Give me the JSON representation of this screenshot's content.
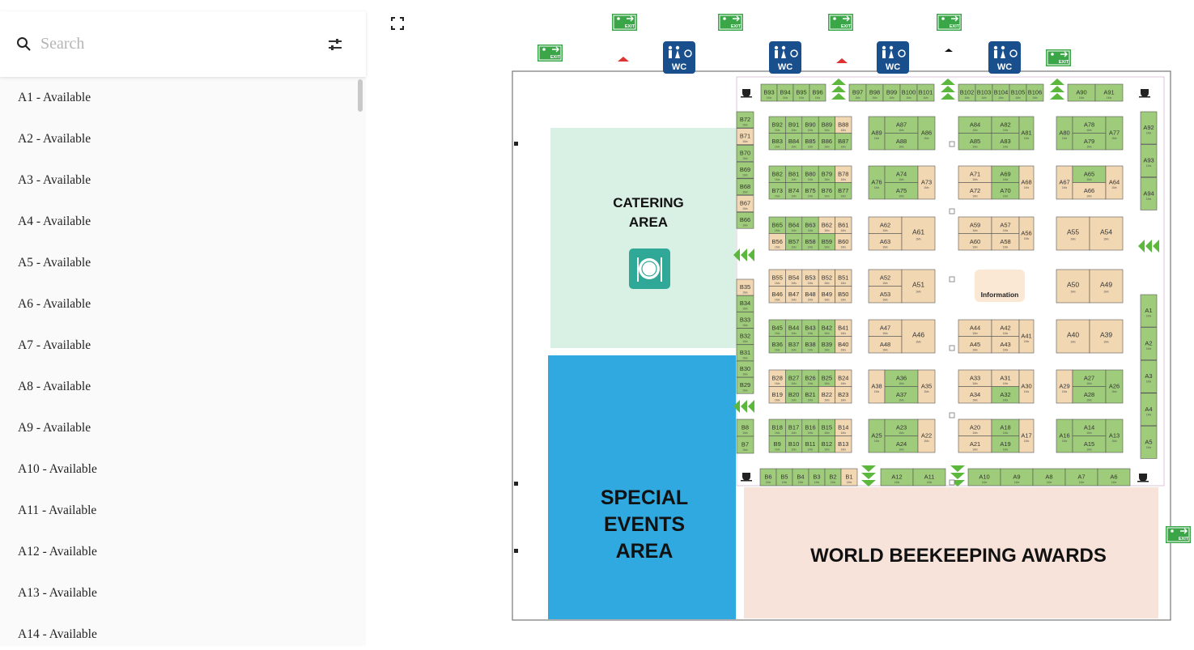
{
  "search": {
    "placeholder": "Search"
  },
  "booths": [
    "A1 - Available",
    "A2 - Available",
    "A3 - Available",
    "A4 - Available",
    "A5 - Available",
    "A6 - Available",
    "A7 - Available",
    "A8 - Available",
    "A9 - Available",
    "A10 - Available",
    "A11 - Available",
    "A12 - Available",
    "A13 - Available",
    "A14 - Available"
  ],
  "map": {
    "areas": {
      "catering": [
        "CATERING",
        "AREA"
      ],
      "special": [
        "SPECIAL",
        "EVENTS",
        "AREA"
      ],
      "awards": "WORLD BEEKEEPING AWARDS",
      "information": "Information"
    },
    "exit_label": "EXIT",
    "wc_label": "WC",
    "colors": {
      "available": "#9fcc7a",
      "reserved": "#f2d7b3",
      "catering": "#d9f0e4",
      "special": "#2fa9e0",
      "awards": "#f7e3da",
      "wc": "#1a4f8d",
      "exit": "#3aa648",
      "arrow": "#5cb83c"
    },
    "top_row": [
      {
        "seg": [
          "B93",
          "B94",
          "B95",
          "B96"
        ],
        "st": "gggg"
      },
      {
        "seg": [
          "B97",
          "B98",
          "B99",
          "B100",
          "B101"
        ],
        "st": "ggggg"
      },
      {
        "seg": [
          "B102",
          "B103",
          "B104",
          "B105",
          "B106"
        ],
        "st": "ggggg"
      },
      {
        "seg": [
          "A90",
          "A91"
        ],
        "st": "gg"
      }
    ],
    "bottom_row": [
      {
        "seg": [
          "B6",
          "B5",
          "B4",
          "B3",
          "B2",
          "B1"
        ],
        "st": "ggggga"
      },
      {
        "seg": [
          "A12",
          "A11"
        ],
        "st": "gg"
      },
      {
        "seg": [
          "A10",
          "A9",
          "A8",
          "A7",
          "A6"
        ],
        "st": "ggggg"
      }
    ],
    "left_column_upper": [
      {
        "id": "B72",
        "s": "g"
      },
      {
        "id": "B71",
        "s": "a"
      },
      {
        "id": "B70",
        "s": "g"
      },
      {
        "id": "B69",
        "s": "g"
      },
      {
        "id": "B68",
        "s": "g"
      },
      {
        "id": "B67",
        "s": "a"
      },
      {
        "id": "B66",
        "s": "g"
      }
    ],
    "left_column_lower": [
      {
        "id": "B35",
        "s": "a"
      },
      {
        "id": "B34",
        "s": "g"
      },
      {
        "id": "B33",
        "s": "g"
      },
      {
        "id": "B32",
        "s": "g"
      },
      {
        "id": "B31",
        "s": "g"
      },
      {
        "id": "B30",
        "s": "g"
      },
      {
        "id": "B29",
        "s": "g"
      }
    ],
    "left_column_bottom": [
      {
        "id": "B8",
        "s": "g"
      },
      {
        "id": "B7",
        "s": "g"
      }
    ],
    "right_column_upper": [
      {
        "id": "A92",
        "s": "g"
      },
      {
        "id": "A93",
        "s": "g"
      },
      {
        "id": "A94",
        "s": "g"
      }
    ],
    "right_column_lower": [
      {
        "id": "A1",
        "s": "g"
      },
      {
        "id": "A2",
        "s": "g"
      },
      {
        "id": "A3",
        "s": "g"
      },
      {
        "id": "A4",
        "s": "g"
      },
      {
        "id": "A5",
        "s": "g"
      }
    ],
    "b_blocks": [
      {
        "top": [
          "B92",
          "B91",
          "B90",
          "B89",
          "B88"
        ],
        "top_st": "gggga",
        "bot": [
          "B83",
          "B84",
          "B85",
          "B86",
          "B87"
        ],
        "bot_st": "ggggg"
      },
      {
        "top": [
          "B82",
          "B81",
          "B80",
          "B79",
          "B78"
        ],
        "top_st": "gggga",
        "bot": [
          "B73",
          "B74",
          "B75",
          "B76",
          "B77"
        ],
        "bot_st": "ggggg"
      },
      {
        "top": [
          "B65",
          "B64",
          "B63",
          "B62",
          "B61"
        ],
        "top_st": "gggaa",
        "bot": [
          "B56",
          "B57",
          "B58",
          "B59",
          "B60"
        ],
        "bot_st": "agggа"
      },
      {
        "top": [
          "B55",
          "B54",
          "B53",
          "B52",
          "B51"
        ],
        "top_st": "aaaaa",
        "bot": [
          "B46",
          "B47",
          "B48",
          "B49",
          "B50"
        ],
        "bot_st": "aaaaa"
      },
      {
        "top": [
          "B45",
          "B44",
          "B43",
          "B42",
          "B41"
        ],
        "top_st": "ggggа",
        "bot": [
          "B36",
          "B37",
          "B38",
          "B39",
          "B40"
        ],
        "bot_st": "ggggа"
      },
      {
        "top": [
          "B28",
          "B27",
          "B26",
          "B25",
          "B24"
        ],
        "top_st": "aggga",
        "bot": [
          "B19",
          "B20",
          "B21",
          "B22",
          "B23"
        ],
        "bot_st": "aggaa"
      },
      {
        "top": [
          "B18",
          "B17",
          "B16",
          "B15",
          "B14"
        ],
        "top_st": "gggga",
        "bot": [
          "B9",
          "B10",
          "B11",
          "B12",
          "B13"
        ],
        "bot_st": "gggga"
      }
    ],
    "a_blocks": [
      {
        "row": 0,
        "col": 0,
        "left": "A89",
        "mid_top": "A87",
        "mid_bot": "A88",
        "right": "A86",
        "st": "gggg"
      },
      {
        "row": 0,
        "col": 1,
        "left": "A84",
        "mid_top": "A82",
        "mid_bot": "A83",
        "right": "A81",
        "st": "gggg",
        "split": true,
        "left_bot": "A85"
      },
      {
        "row": 0,
        "col": 2,
        "left": "A80",
        "mid_top": "A78",
        "mid_bot": "A79",
        "right": "A77",
        "st": "gggg"
      },
      {
        "row": 1,
        "col": 0,
        "left": "A76",
        "mid_top": "A74",
        "mid_bot": "A75",
        "right": "A73",
        "st": "ggga"
      },
      {
        "row": 1,
        "col": 1,
        "left": "A71",
        "mid_top": "A69",
        "mid_bot": "A70",
        "right": "A68",
        "st": "agga",
        "split": true,
        "left_bot": "A72"
      },
      {
        "row": 1,
        "col": 2,
        "left": "A67",
        "mid_top": "A65",
        "mid_bot": "A66",
        "right": "A64",
        "st": "agaa"
      },
      {
        "row": 2,
        "col": 0,
        "left": "A62",
        "mid_top": "",
        "mid_bot": "",
        "right": "A61",
        "st": "aaaa",
        "pair": true,
        "left_bot": "A63"
      },
      {
        "row": 2,
        "col": 1,
        "left": "A59",
        "mid_top": "A57",
        "mid_bot": "A58",
        "right": "A56",
        "st": "aaaa",
        "split": true,
        "left_bot": "A60"
      },
      {
        "row": 2,
        "col": 2,
        "left": "A55",
        "mid_top": "",
        "mid_bot": "",
        "right": "A54",
        "st": "aaaa",
        "two": true
      },
      {
        "row": 3,
        "col": 0,
        "left": "A52",
        "mid_top": "",
        "mid_bot": "",
        "right": "A51",
        "st": "aaaa",
        "pair": true,
        "left_bot": "A53"
      },
      {
        "row": 3,
        "col": 2,
        "left": "A50",
        "mid_top": "",
        "mid_bot": "",
        "right": "A49",
        "st": "aaaa",
        "two": true
      },
      {
        "row": 4,
        "col": 0,
        "left": "A47",
        "mid_top": "",
        "mid_bot": "",
        "right": "A46",
        "st": "aaaa",
        "pair": true,
        "left_bot": "A48"
      },
      {
        "row": 4,
        "col": 1,
        "left": "A44",
        "mid_top": "A42",
        "mid_bot": "A43",
        "right": "A41",
        "st": "aaaa",
        "split": true,
        "left_bot": "A45"
      },
      {
        "row": 4,
        "col": 2,
        "left": "A40",
        "mid_top": "",
        "mid_bot": "",
        "right": "A39",
        "st": "aaaa",
        "two": true
      },
      {
        "row": 5,
        "col": 0,
        "left": "A38",
        "mid_top": "A36",
        "mid_bot": "A37",
        "right": "A35",
        "st": "agga"
      },
      {
        "row": 5,
        "col": 1,
        "left": "A33",
        "mid_top": "A31",
        "mid_bot": "A32",
        "right": "A30",
        "st": "aaga",
        "split": true,
        "left_bot": "A34"
      },
      {
        "row": 5,
        "col": 2,
        "left": "A29",
        "mid_top": "A27",
        "mid_bot": "A28",
        "right": "A26",
        "st": "aggg"
      },
      {
        "row": 6,
        "col": 0,
        "left": "A25",
        "mid_top": "A23",
        "mid_bot": "A24",
        "right": "A22",
        "st": "ggga"
      },
      {
        "row": 6,
        "col": 1,
        "left": "A20",
        "mid_top": "A18",
        "mid_bot": "A19",
        "right": "A17",
        "st": "agga",
        "split": true,
        "left_bot": "A21"
      },
      {
        "row": 6,
        "col": 2,
        "left": "A16",
        "mid_top": "A14",
        "mid_bot": "A15",
        "right": "A13",
        "st": "gggg"
      }
    ]
  }
}
